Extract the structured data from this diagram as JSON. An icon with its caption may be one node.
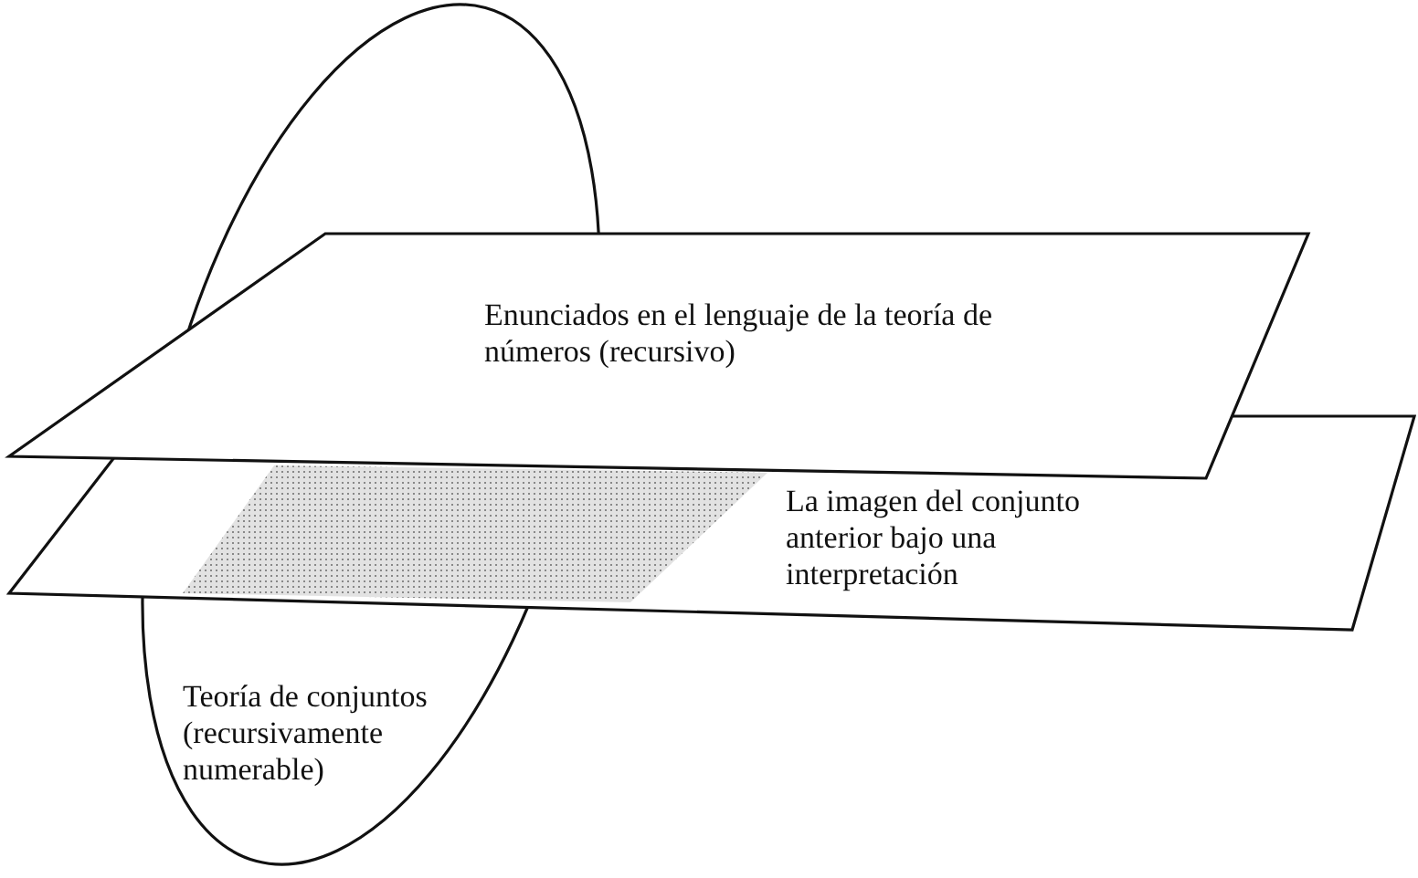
{
  "diagram": {
    "nodes": [
      {
        "text": [
          "Enunciados en el lenguaje de la teoría de números (recursivo)"
        ]
      },
      {
        "text": [
          "La imagen del conjunto anterior bajo una interpretación"
        ]
      },
      {
        "text": [
          "Teoría de conjuntos (recursivamente numerable)"
        ]
      },
      {
        "text": [],
        "shape": "box",
        "in": 1
      }
    ],
    "edges": []
  }
}
